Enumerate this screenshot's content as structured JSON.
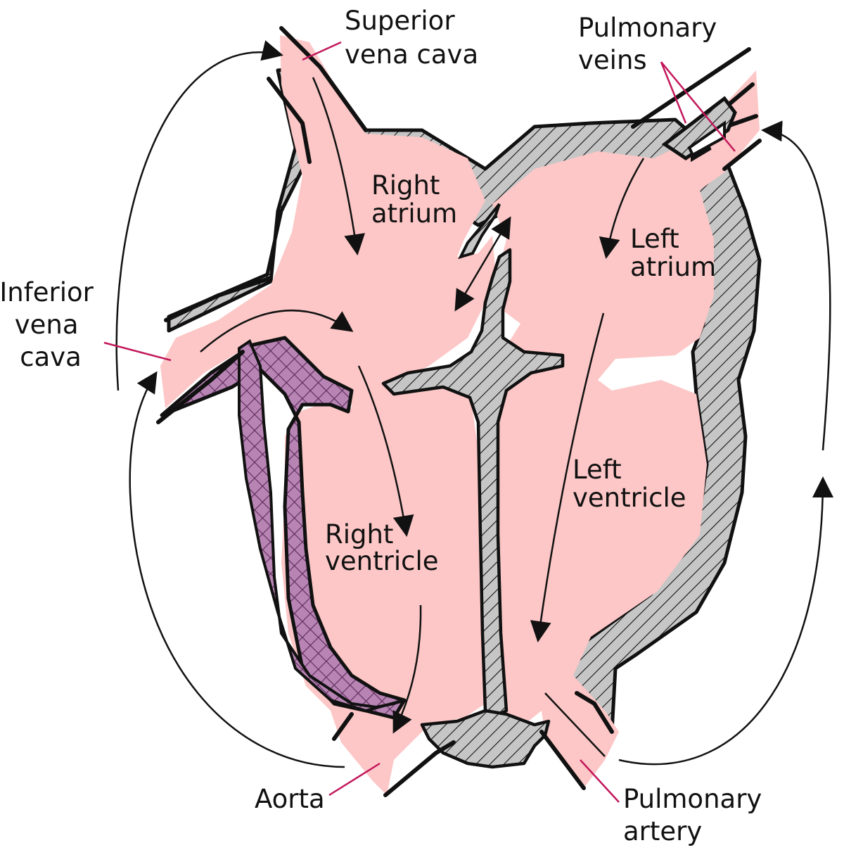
{
  "diagram": {
    "labels": {
      "superior_vena_cava": [
        "Superior",
        "vena cava"
      ],
      "pulmonary_veins": [
        "Pulmonary",
        "veins"
      ],
      "right_atrium": [
        "Right",
        "atrium"
      ],
      "left_atrium": [
        "Left",
        "atrium"
      ],
      "inferior_vena_cava": [
        "Inferior",
        "vena",
        "cava"
      ],
      "left_ventricle": [
        "Left",
        "ventricle"
      ],
      "right_ventricle": [
        "Right",
        "ventricle"
      ],
      "aorta": "Aorta",
      "pulmonary_artery": [
        "Pulmonary",
        "artery"
      ]
    },
    "colors": {
      "blood": "#fcc7c6",
      "wall": "#c6c6c6",
      "outline": "#111111",
      "leader": "#c2185b",
      "muscle": "#b784b4",
      "muscle_hatch": "#5a2a58"
    }
  }
}
